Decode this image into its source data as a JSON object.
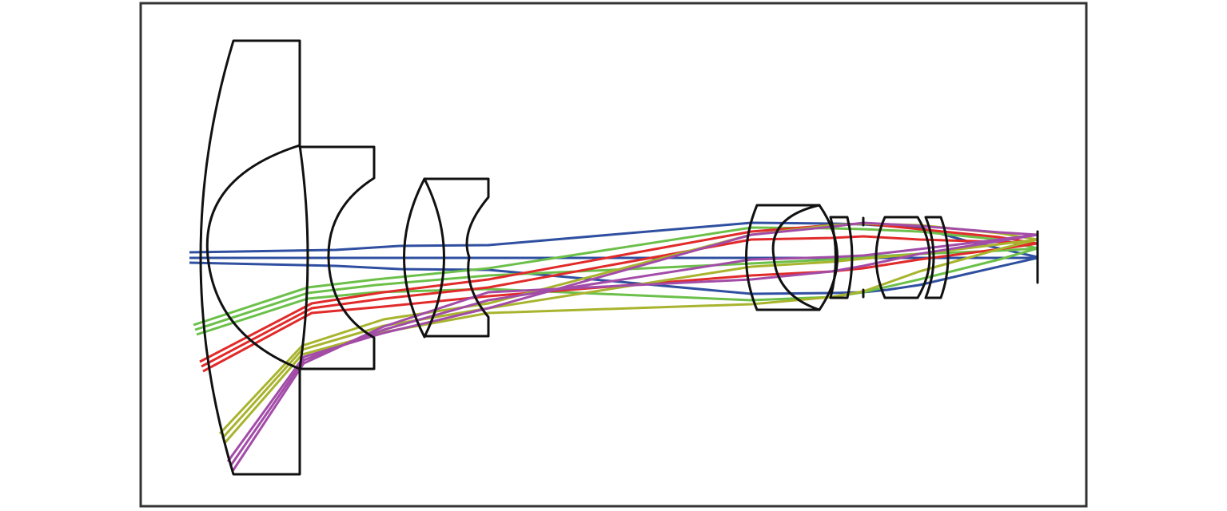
{
  "diagram": {
    "type": "optical-lens-layout",
    "ray_fields": [
      {
        "id": "field-0",
        "color": "#2f4fa0"
      },
      {
        "id": "field-1",
        "color": "#6cc04a"
      },
      {
        "id": "field-2",
        "color": "#e12a2a"
      },
      {
        "id": "field-3",
        "color": "#a8b42e"
      },
      {
        "id": "field-4",
        "color": "#a24ca8"
      }
    ],
    "lens_color": "#111111",
    "frame_color": "#333333"
  }
}
